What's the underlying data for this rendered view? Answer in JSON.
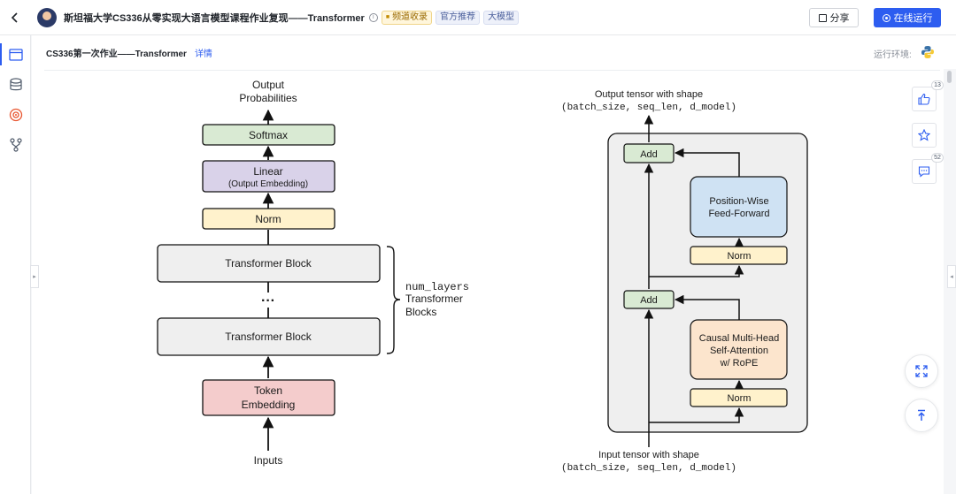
{
  "header": {
    "title": "斯坦福大学CS336从零实现大语言模型课程作业复现——Transformer",
    "tags": [
      "频道收录",
      "官方推荐",
      "大模型"
    ],
    "share_label": "分享",
    "run_label": "在线运行"
  },
  "subheader": {
    "notebook_title": "CS336第一次作业——Transformer",
    "detail_link": "详情",
    "env_label": "运行环境:"
  },
  "sidebar": {
    "items": [
      "notebook-icon",
      "database-icon",
      "target-icon",
      "branch-icon"
    ]
  },
  "float_actions": {
    "like_count": "13",
    "comment_count": "52"
  },
  "diagram_left": {
    "output_line1": "Output",
    "output_line2": "Probabilities",
    "softmax": "Softmax",
    "linear": "Linear",
    "linear_sub": "(Output Embedding)",
    "norm": "Norm",
    "block_top": "Transformer Block",
    "ellipsis": "···",
    "block_bottom": "Transformer Block",
    "brace_mono": "num_layers",
    "brace_line2": "Transformer",
    "brace_line3": "Blocks",
    "token_line1": "Token",
    "token_line2": "Embedding",
    "inputs": "Inputs"
  },
  "diagram_right": {
    "output_title": "Output tensor with shape",
    "output_shape": "(batch_size, seq_len, d_model)",
    "add_top": "Add",
    "ffn_line1": "Position-Wise",
    "ffn_line2": "Feed-Forward",
    "norm_top": "Norm",
    "add_bottom": "Add",
    "attn_line1": "Causal Multi-Head",
    "attn_line2": "Self-Attention",
    "attn_line3": "w/ RoPE",
    "norm_bottom": "Norm",
    "input_title": "Input tensor with shape",
    "input_shape": "(batch_size, seq_len, d_model)"
  },
  "colors": {
    "accent": "#2d5df0",
    "softmax_fill": "#d9ead3",
    "linear_fill": "#d9d2e9",
    "norm_fill": "#fff2cc",
    "block_fill": "#efefef",
    "embedding_fill": "#f4cccc",
    "ffn_fill": "#cfe2f3",
    "attn_fill": "#fce5cd"
  }
}
